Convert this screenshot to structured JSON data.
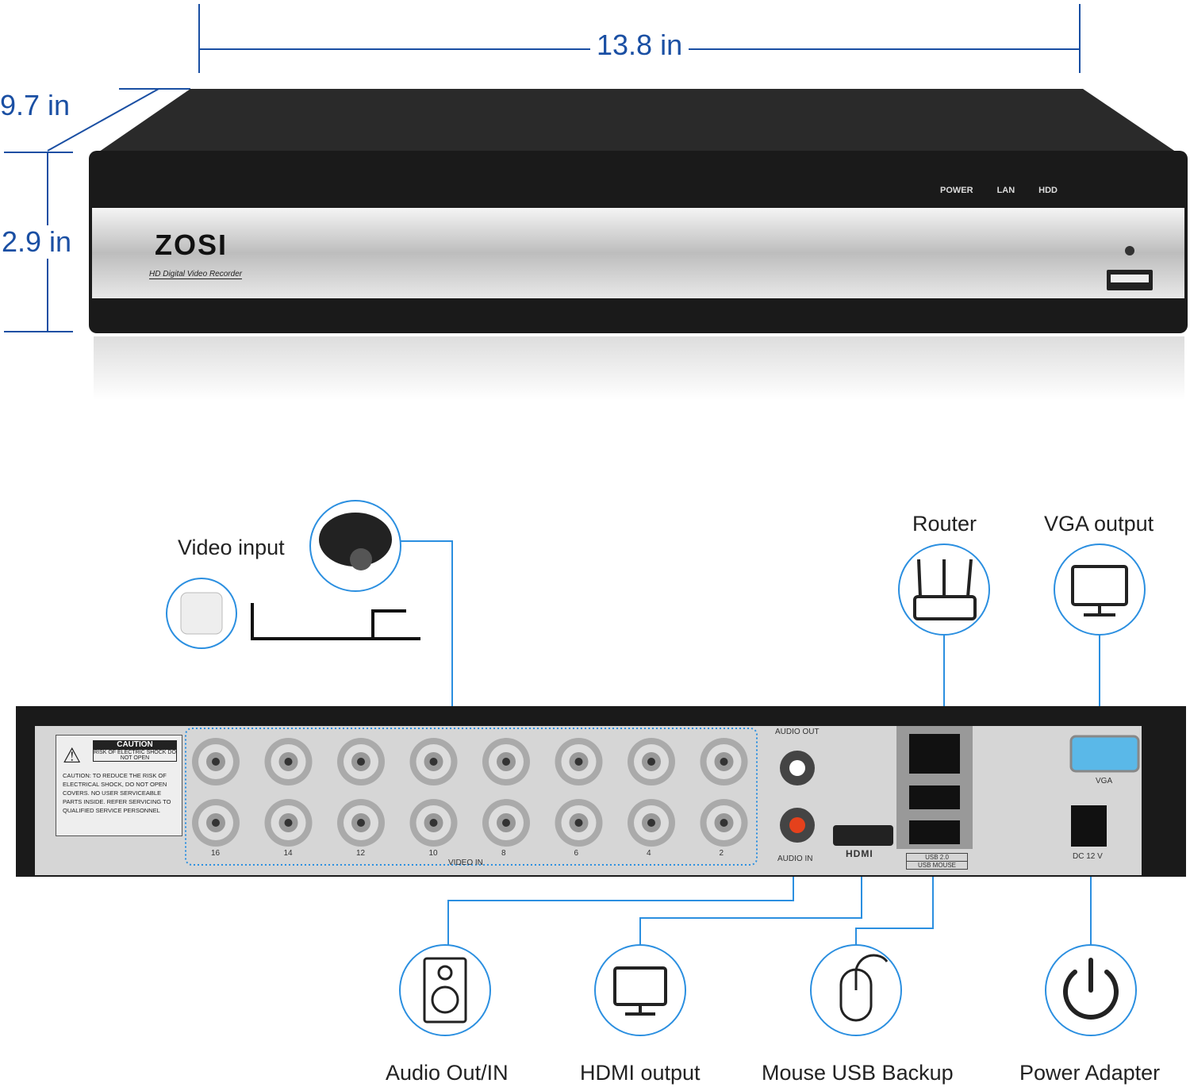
{
  "dimensions": {
    "width": "13.8 in",
    "depth": "9.7 in",
    "height": "2.9 in"
  },
  "front_panel": {
    "brand": "ZOSI",
    "subtitle": "HD Digital Video Recorder",
    "indicators": [
      "POWER",
      "LAN",
      "HDD"
    ]
  },
  "back_panel": {
    "caution_title": "CAUTION",
    "caution_sub": "RISK OF ELECTRIC SHOCK DO NOT OPEN",
    "caution_body": "CAUTION: TO REDUCE THE RISK OF ELECTRICAL SHOCK, DO NOT OPEN COVERS. NO USER SERVICEABLE PARTS INSIDE. REFER SERVICING TO QUALIFIED SERVICE PERSONNEL",
    "video_in": "VIDEO IN",
    "channel_labels": [
      "16",
      "14",
      "12",
      "10",
      "8",
      "6",
      "4",
      "2"
    ],
    "audio_out": "AUDIO OUT",
    "audio_in": "AUDIO IN",
    "hdmi": "HDMI",
    "usb1": "USB 2.0",
    "usb2": "USB MOUSE",
    "vga": "VGA",
    "dc": "DC 12 V"
  },
  "callouts": {
    "video_input": "Video input",
    "router": "Router",
    "vga_output": "VGA output",
    "audio": "Audio Out/IN",
    "hdmi_output": "HDMI output",
    "mouse": "Mouse USB Backup",
    "power": "Power Adapter"
  },
  "colors": {
    "accent": "#1a4fa3",
    "line": "#2b8fe0",
    "chassis": "#1c1c1c",
    "panel": "#c8c8c8"
  }
}
